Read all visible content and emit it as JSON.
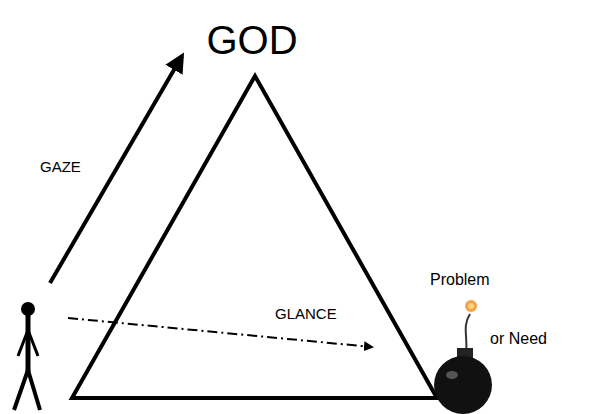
{
  "diagram": {
    "labels": [
      "GOD",
      "GAZE",
      "GLANCE",
      "Problem",
      "or Need"
    ]
  }
}
